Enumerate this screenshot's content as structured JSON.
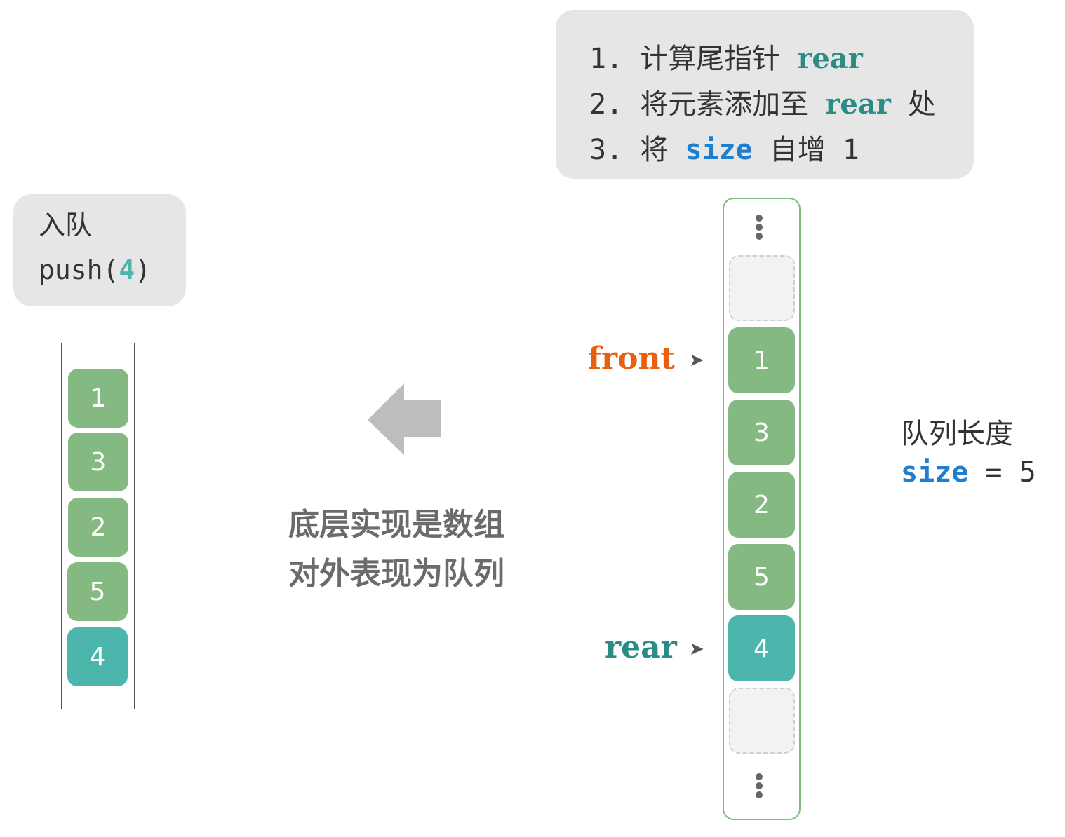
{
  "steps": {
    "step1": {
      "prefix": "1. 计算尾指针 ",
      "code": "rear"
    },
    "step2": {
      "prefix": "2. 将元素添加至 ",
      "code": "rear",
      "suffix": " 处"
    },
    "step3": {
      "prefix": "3. 将 ",
      "code": "size",
      "suffix": " 自增 1"
    }
  },
  "push_box": {
    "title": "入队",
    "call_prefix": "push(",
    "call_arg": "4",
    "call_suffix": ")"
  },
  "left_queue": {
    "items": [
      "1",
      "3",
      "2",
      "5",
      "4"
    ]
  },
  "caption": {
    "line1": "底层实现是数组",
    "line2": "对外表现为队列"
  },
  "array": {
    "items": [
      "1",
      "3",
      "2",
      "5",
      "4"
    ],
    "front_label": "front",
    "rear_label": "rear"
  },
  "size_info": {
    "title": "队列长度",
    "code": "size",
    "equals": " = ",
    "value": "5"
  },
  "colors": {
    "green": "#84b982",
    "teal": "#4db6ac",
    "code_teal": "#2b8c85",
    "code_blue": "#1f7fcf",
    "front_orange": "#e8600f",
    "box_bg": "#e6e6e6",
    "arrow_gray": "#bdbdbd"
  }
}
